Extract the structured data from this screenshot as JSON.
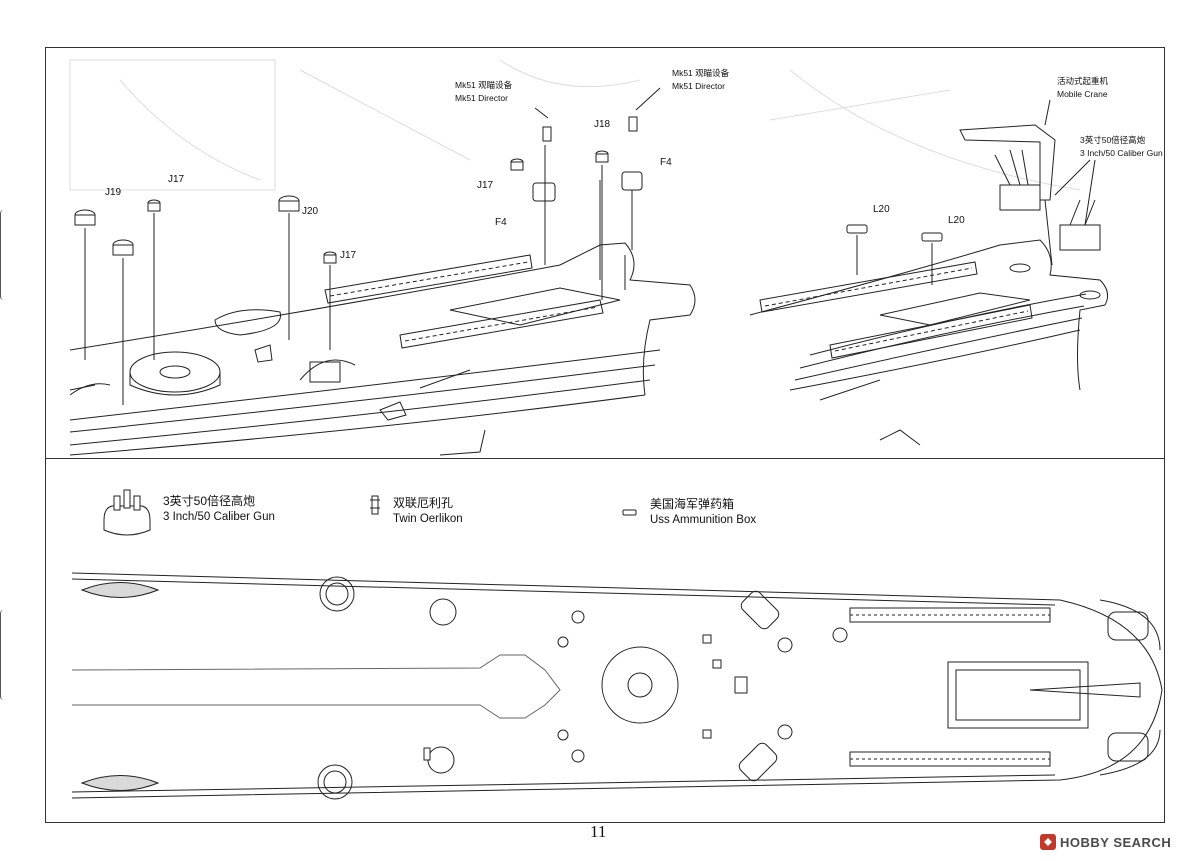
{
  "page": {
    "number": "11",
    "watermark": "HOBBY SEARCH"
  },
  "left_assembly": {
    "director_label_cn": "Mk51 观瞄设备",
    "director_label_en": "Mk51 Director",
    "parts": [
      "J19",
      "J17",
      "J20",
      "J17",
      "J17",
      "F4",
      "J18",
      "F4"
    ]
  },
  "right_assembly": {
    "director_label_cn": "Mk51 观瞄设备",
    "director_label_en": "Mk51 Director",
    "crane_label_cn": "活动式起重机",
    "crane_label_en": "Mobile Crane",
    "gun_label_cn": "3英寸50倍径高炮",
    "gun_label_en": "3 Inch/50 Caliber Gun",
    "parts": [
      "L20",
      "L20"
    ]
  },
  "legend": [
    {
      "cn": "3英寸50倍径高炮",
      "en": "3 Inch/50 Caliber Gun",
      "icon": "gun-mount-icon"
    },
    {
      "cn": "双联厄利孔",
      "en": "Twin Oerlikon",
      "icon": "oerlikon-icon"
    },
    {
      "cn": "美国海军弹药箱",
      "en": "Uss Ammunition Box",
      "icon": "ammo-box-icon"
    }
  ]
}
